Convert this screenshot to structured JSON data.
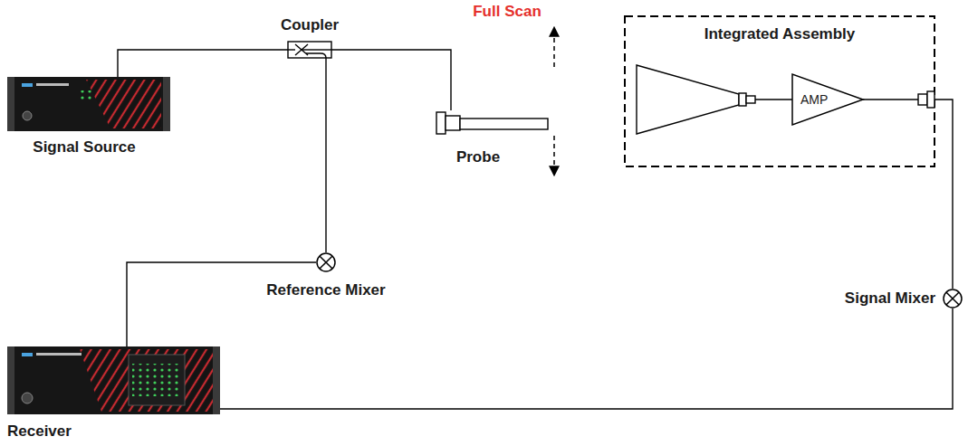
{
  "diagram": {
    "nodes": [
      {
        "text": [
          "Signal Source"
        ]
      },
      {
        "text": [
          "Coupler"
        ]
      },
      {
        "text": [
          "Probe"
        ]
      },
      {
        "text": [
          "Integrated Assembly"
        ]
      },
      {
        "text": [
          "AMP"
        ],
        "in": 3
      },
      {
        "text": [
          "Reference Mixer"
        ]
      },
      {
        "text": [
          "Signal Mixer"
        ]
      },
      {
        "text": [
          "Receiver"
        ]
      }
    ],
    "edges": [
      {
        "from": 0,
        "to": 1,
        "arrow": "none"
      },
      {
        "from": 1,
        "to": 2,
        "arrow": "none"
      },
      {
        "from": 1,
        "to": 5,
        "arrow": "none"
      },
      {
        "from": 5,
        "to": 7,
        "arrow": "none"
      },
      {
        "from": 3,
        "to": 6,
        "arrow": "none"
      },
      {
        "from": 6,
        "to": 7,
        "arrow": "none"
      }
    ],
    "labels": [
      "Full Scan"
    ]
  }
}
